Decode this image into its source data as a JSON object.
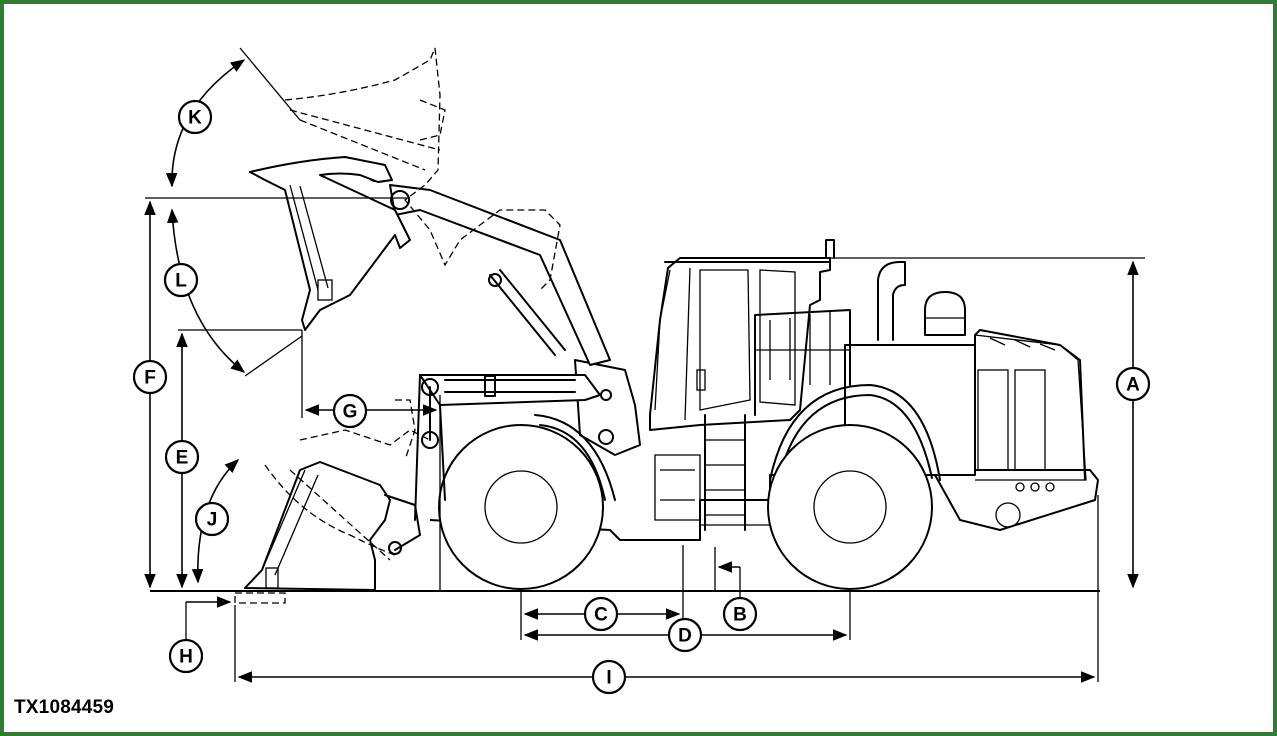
{
  "figure_id": "TX1084459",
  "border_color": "#2e7d32",
  "callouts": [
    {
      "key": "a",
      "label": "A"
    },
    {
      "key": "b",
      "label": "B"
    },
    {
      "key": "c",
      "label": "C"
    },
    {
      "key": "d",
      "label": "D"
    },
    {
      "key": "e",
      "label": "E"
    },
    {
      "key": "f",
      "label": "F"
    },
    {
      "key": "g",
      "label": "G"
    },
    {
      "key": "h",
      "label": "H"
    },
    {
      "key": "i",
      "label": "I"
    },
    {
      "key": "j",
      "label": "J"
    },
    {
      "key": "k",
      "label": "K"
    },
    {
      "key": "l",
      "label": "L"
    }
  ]
}
